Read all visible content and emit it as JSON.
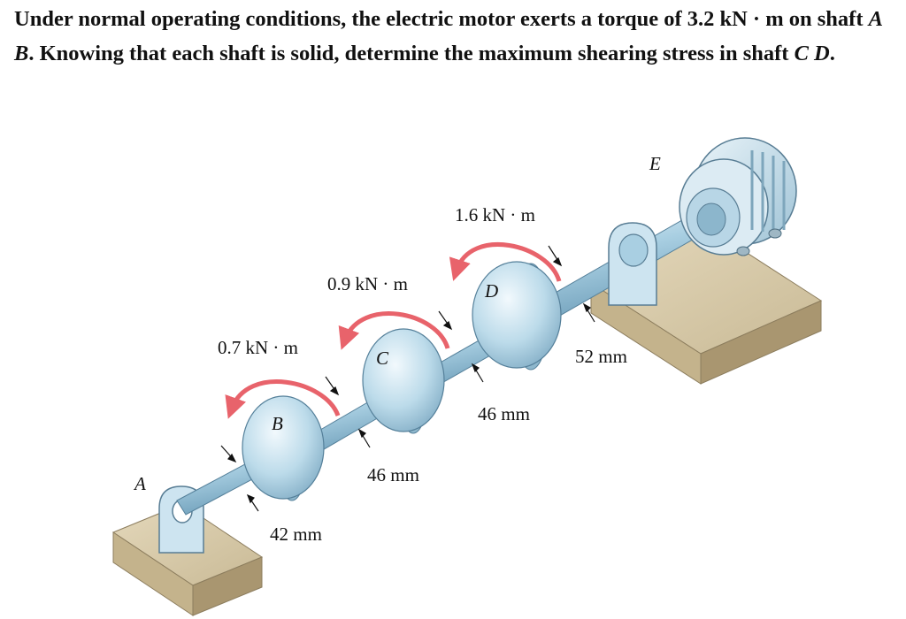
{
  "problem": {
    "text_before_ab": "Under normal operating conditions, the electric motor exerts a torque of 3.2 kN · m on shaft ",
    "ab": "A B",
    "text_mid": ". Knowing that each shaft is solid, determine the maximum shearing stress in shaft ",
    "cd": "C D",
    "text_end": "."
  },
  "figure": {
    "points": {
      "A": "A",
      "B": "B",
      "C": "C",
      "D": "D",
      "E": "E"
    },
    "torques": {
      "B": "0.7 kN · m",
      "C": "0.9 kN · m",
      "D": "1.6 kN · m"
    },
    "diameters": {
      "AB": "42 mm",
      "BC": "46 mm",
      "CD": "46 mm",
      "DE": "52 mm"
    },
    "colors": {
      "shaft": "#a9cfe2",
      "base": "#d5c8a8",
      "torque_arrow": "#e8636b",
      "motor": "#cfe3ee"
    }
  }
}
